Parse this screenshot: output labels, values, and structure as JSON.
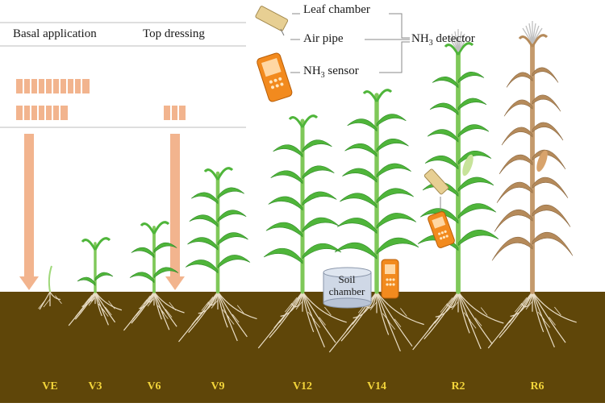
{
  "header": {
    "basal_application": "Basal application",
    "top_dressing": "Top dressing"
  },
  "legend": {
    "leaf_chamber": "Leaf chamber",
    "air_pipe": "Air pipe",
    "nh3_sensor_prefix": "NH",
    "nh3_sensor_sub": "3",
    "nh3_sensor_suffix": " sensor",
    "nh3_detector_prefix": "NH",
    "nh3_detector_sub": "3",
    "nh3_detector_suffix": " detector"
  },
  "soil_chamber": {
    "line1": "Soil",
    "line2": "chamber"
  },
  "stages": [
    "VE",
    "V3",
    "V6",
    "V9",
    "V12",
    "V14",
    "R2",
    "R6"
  ],
  "colors": {
    "soil": "#5f4609",
    "fertilizer": "#f2b48e",
    "leaf_green": "#4fb53a",
    "leaf_light": "#9fd87a",
    "senesced": "#b58a5a",
    "sensor_orange": "#f28a1e",
    "stage_label": "#f2d43a"
  }
}
